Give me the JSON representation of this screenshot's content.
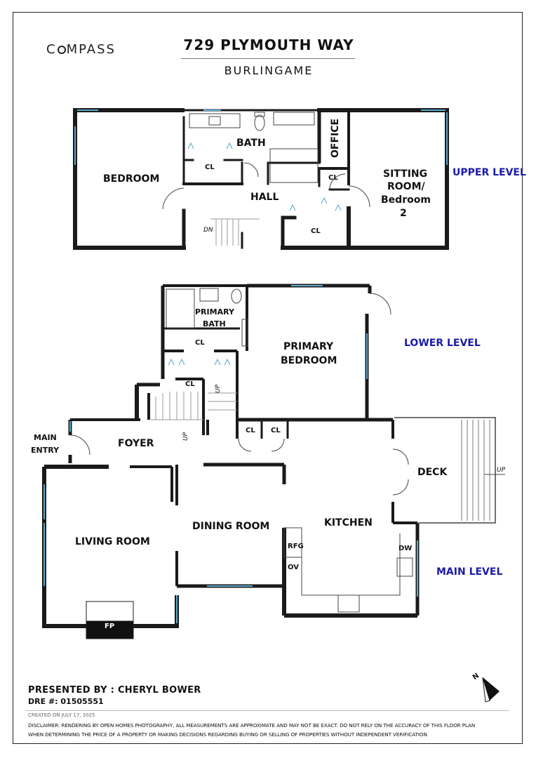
{
  "brand": {
    "logo_text": "COMPASS"
  },
  "header": {
    "address": "729 PLYMOUTH WAY",
    "city": "BURLINGAME"
  },
  "levels": {
    "upper": "UPPER LEVEL",
    "lower": "LOWER LEVEL",
    "main": "MAIN LEVEL"
  },
  "upper_rooms": {
    "bedroom": "BEDROOM",
    "bath": "BATH",
    "cl_bath": "CL",
    "hall": "HALL",
    "office": "OFFICE",
    "cl_office": "CL",
    "cl_hall": "CL",
    "sitting_1": "SITTING",
    "sitting_2": "ROOM/",
    "sitting_3": "Bedroom",
    "sitting_4": "2",
    "dn": "DN"
  },
  "lower_rooms": {
    "primary_bath_1": "PRIMARY",
    "primary_bath_2": "BATH",
    "cl_1": "CL",
    "cl_2": "CL",
    "primary_bedroom_1": "PRIMARY",
    "primary_bedroom_2": "BEDROOM",
    "up": "UP"
  },
  "main_rooms": {
    "main_entry_1": "MAIN",
    "main_entry_2": "ENTRY",
    "foyer": "FOYER",
    "up_stair": "UP",
    "cl_a": "CL",
    "cl_b": "CL",
    "deck": "DECK",
    "deck_up": "UP",
    "living_room": "LIVING ROOM",
    "dining_room": "DINING ROOM",
    "kitchen": "KITCHEN",
    "rfg": "RFG",
    "ov": "OV",
    "dw": "DW",
    "fp": "FP"
  },
  "footer": {
    "presented_by": "PRESENTED BY : CHERYL BOWER",
    "dre": "DRE #: 01505551",
    "created": "CREATED ON JULY 17, 2025",
    "disclaimer_1": "DISCLAIMER: RENDERING BY OPEN HOMES PHOTOGRAPHY, ALL MEASUREMENTS ARE APPROXIMATE AND MAY NOT BE EXACT. DO NOT RELY ON THE ACCURACY OF THIS FLOOR PLAN",
    "disclaimer_2": "WHEN DETERMINING THE PRICE OF A PROPERTY OR MAKING DECISIONS REGARDING BUYING OR SELLING OF PROPERTIES WITHOUT INDEPENDENT VERIFICATION."
  },
  "colors": {
    "wall": "#1a1a1a",
    "window": "#5aa6c8",
    "level_label": "#1b1ba8"
  }
}
